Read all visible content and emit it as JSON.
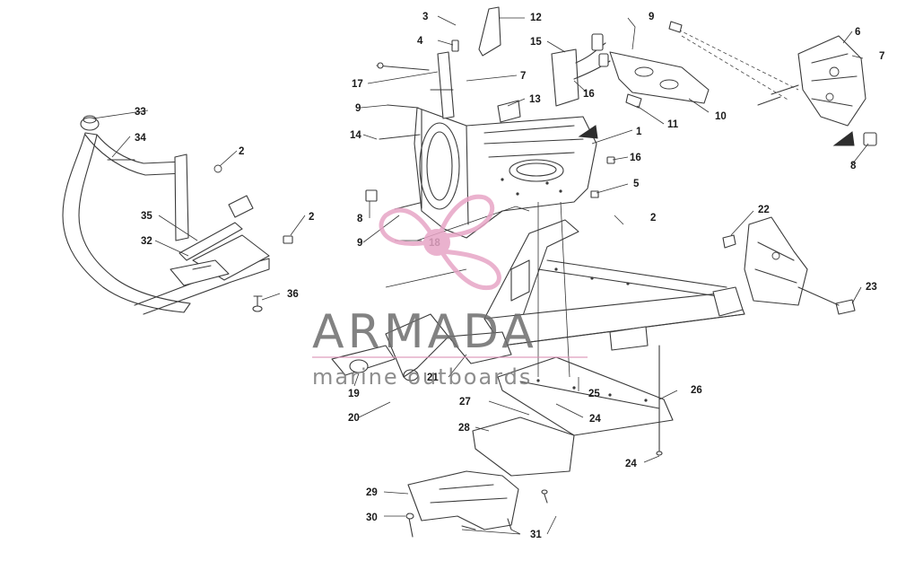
{
  "diagram": {
    "callouts": [
      "1",
      "2",
      "3",
      "4",
      "5",
      "6",
      "7",
      "8",
      "9",
      "10",
      "11",
      "12",
      "13",
      "14",
      "15",
      "16",
      "17",
      "18",
      "19",
      "20",
      "21",
      "22",
      "23",
      "24",
      "25",
      "26",
      "27",
      "28",
      "29",
      "30",
      "31",
      "32",
      "33",
      "34",
      "35",
      "36"
    ]
  },
  "watermark": {
    "brand": "ARMADA",
    "tagline": "marine outboards",
    "colors": {
      "logo": "#e7a5c6",
      "brand_text": "#6d6d6d",
      "rule": "#d98cb3"
    }
  }
}
